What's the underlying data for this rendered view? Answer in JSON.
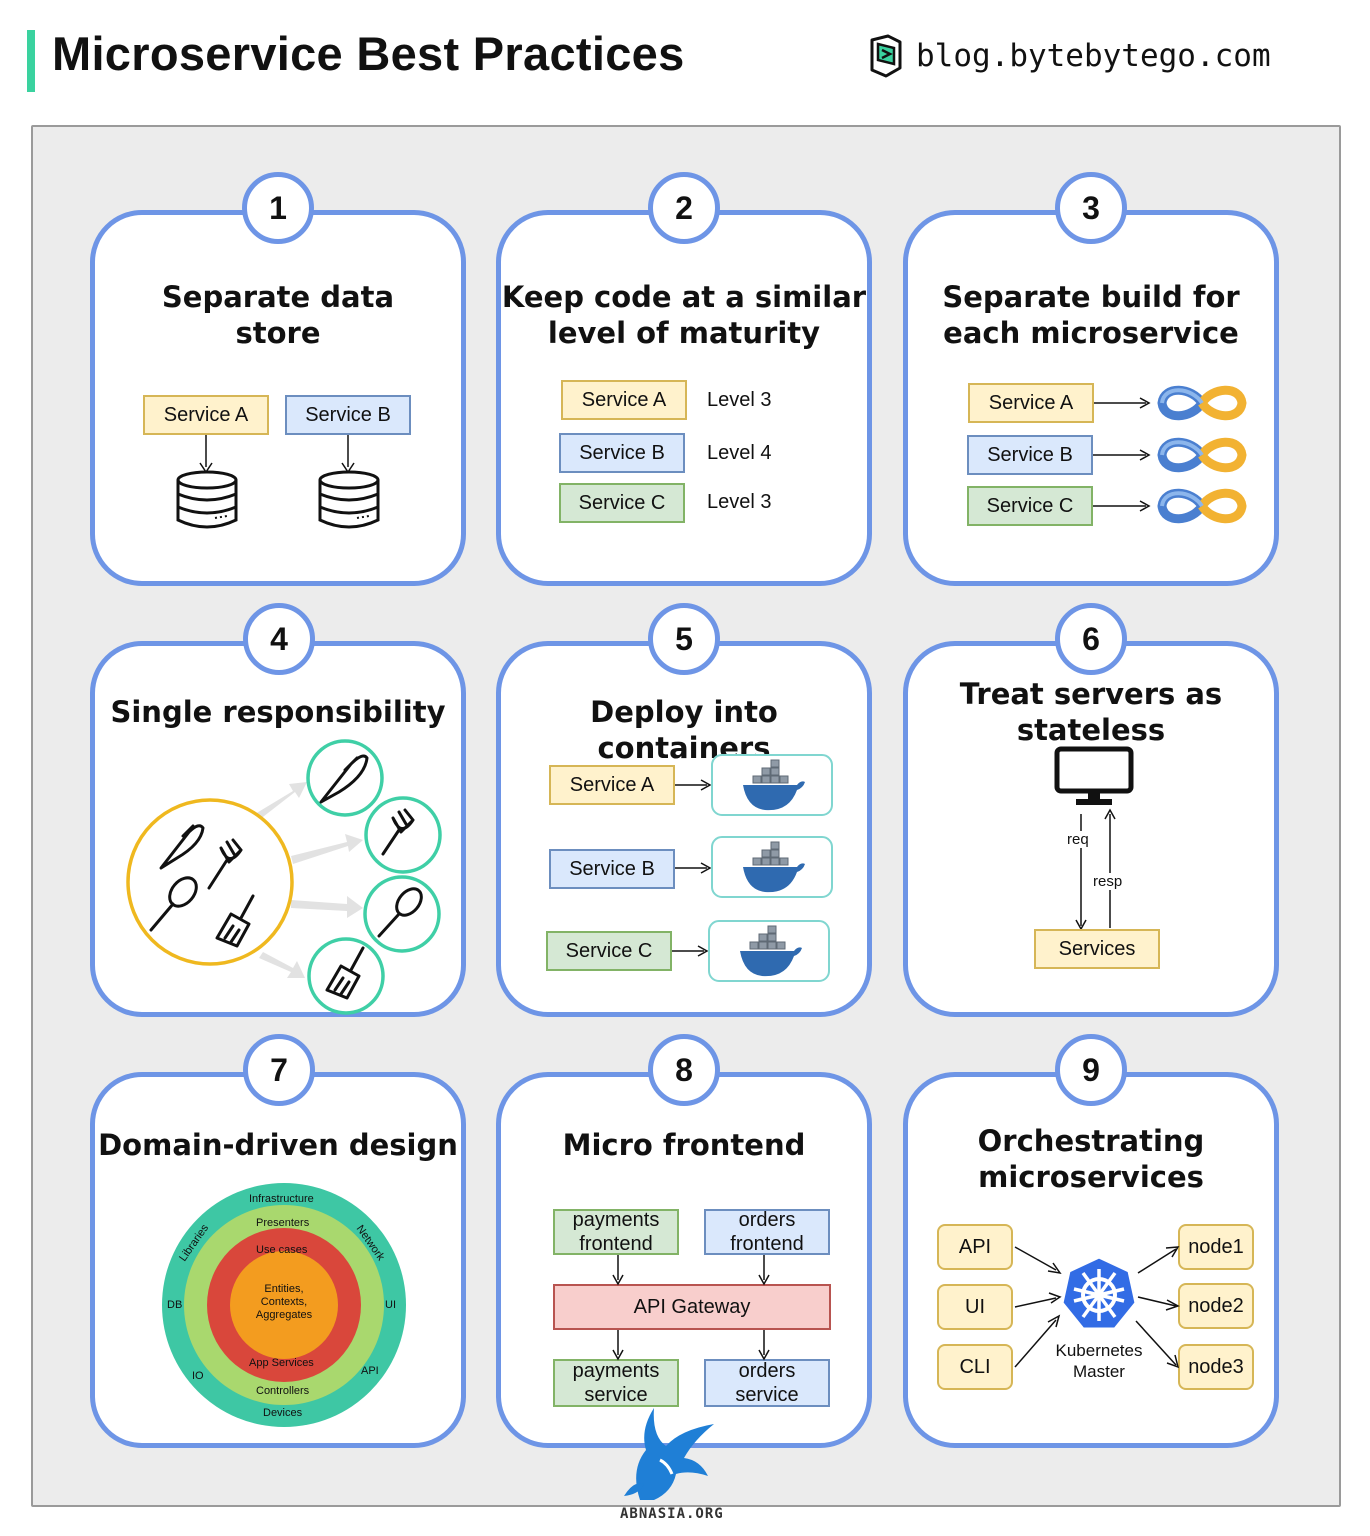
{
  "header": {
    "title": "Microservice Best Practices",
    "brand": "blog.bytebytego.com",
    "accent": "#3ad29f"
  },
  "colors": {
    "panel_border": "#6e95e6",
    "yellow": "#fff2cc",
    "blue": "#dae8fc",
    "green": "#d5e8d4",
    "red": "#f8cecc"
  },
  "panels": [
    {
      "number": "1",
      "title": "Separate data\nstore",
      "services": [
        "Service A",
        "Service B"
      ],
      "icons": [
        "database-icon",
        "database-icon"
      ]
    },
    {
      "number": "2",
      "title": "Keep code at a similar\nlevel of maturity",
      "services": [
        "Service A",
        "Service B",
        "Service C"
      ],
      "levels": [
        "Level 3",
        "Level 4",
        "Level 3"
      ]
    },
    {
      "number": "3",
      "title": "Separate build for\neach microservice",
      "services": [
        "Service A",
        "Service B",
        "Service C"
      ],
      "icons": [
        "ci-cd-loop-icon"
      ]
    },
    {
      "number": "4",
      "title": "Single responsibility",
      "icons": [
        "knife-icon",
        "fork-icon",
        "spoon-icon",
        "broom-icon"
      ]
    },
    {
      "number": "5",
      "title": "Deploy into containers",
      "services": [
        "Service A",
        "Service B",
        "Service C"
      ],
      "icons": [
        "docker-whale-icon"
      ]
    },
    {
      "number": "6",
      "title": "Treat servers as\nstateless",
      "req": "req",
      "resp": "resp",
      "services": "Services",
      "icons": [
        "monitor-icon"
      ]
    },
    {
      "number": "7",
      "title": "Domain-driven design",
      "rings": {
        "outer": "Infrastructure",
        "libraries": "Libraries",
        "network": "Network",
        "db": "DB",
        "ui": "UI",
        "io": "IO",
        "api": "API",
        "devices": "Devices",
        "presenters": "Presenters",
        "controllers": "Controllers",
        "use_cases": "Use cases",
        "app_services": "App Services",
        "core": "Entities,\nContexts,\nAggregates"
      }
    },
    {
      "number": "8",
      "title": "Micro frontend",
      "payments_frontend": "payments\nfrontend",
      "orders_frontend": "orders\nfrontend",
      "gateway": "API Gateway",
      "payments_service": "payments\nservice",
      "orders_service": "orders\nservice"
    },
    {
      "number": "9",
      "title": "Orchestrating\nmicroservices",
      "clients": [
        "API",
        "UI",
        "CLI"
      ],
      "master": "Kubernetes\nMaster",
      "nodes": [
        "node1",
        "node2",
        "node3"
      ],
      "icons": [
        "kubernetes-icon"
      ]
    }
  ],
  "watermark": "ABNASIA.ORG"
}
